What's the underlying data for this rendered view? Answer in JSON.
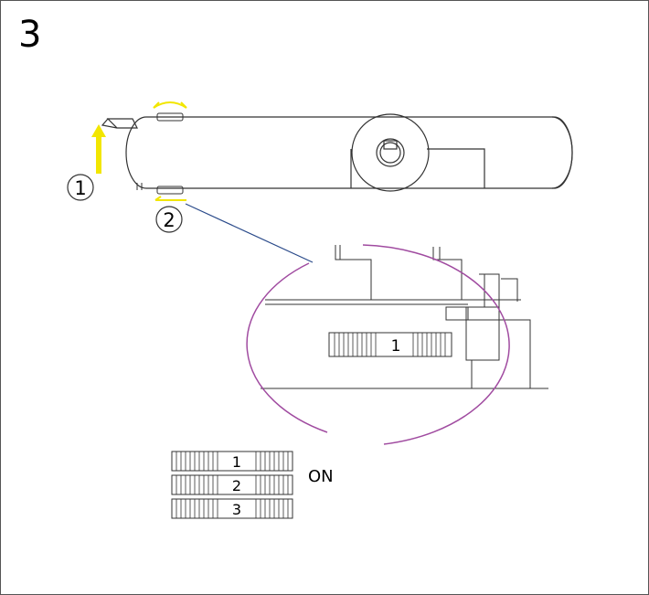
{
  "step_number": "3",
  "callouts": {
    "lift": "1",
    "turn": "2"
  },
  "wheel_zoom_label": "1",
  "wheels": [
    "1",
    "2",
    "3"
  ],
  "on_label": "ON",
  "colors": {
    "arrow": "#f2e600",
    "magnifier": "#a04ba0",
    "leader": "#2a4a8a",
    "line": "#333333"
  }
}
